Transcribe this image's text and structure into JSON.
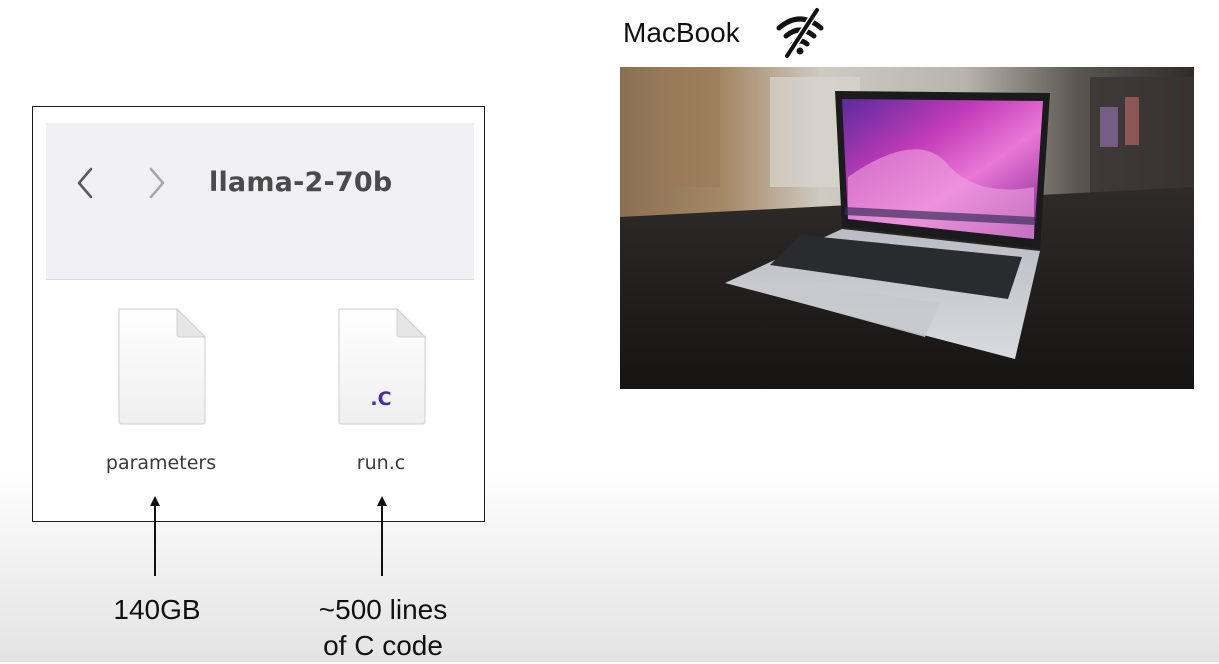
{
  "finder": {
    "title": "llama-2-70b",
    "nav_back_icon": "chevron-left-icon",
    "nav_forward_icon": "chevron-right-icon",
    "files": [
      {
        "name": "parameters",
        "icon": "document-icon",
        "extension": ""
      },
      {
        "name": "run.c",
        "icon": "c-source-file-icon",
        "extension": ".C"
      }
    ]
  },
  "annotations": {
    "parameters_size": "140GB",
    "runc_lines": "~500 lines\nof C code"
  },
  "macbook": {
    "label": "MacBook",
    "status_icon": "wifi-off-icon"
  },
  "colors": {
    "toolbar_bg": "#f1f0f5",
    "title_text": "#4a4a4a",
    "extension_text": "#4b2aa8"
  }
}
